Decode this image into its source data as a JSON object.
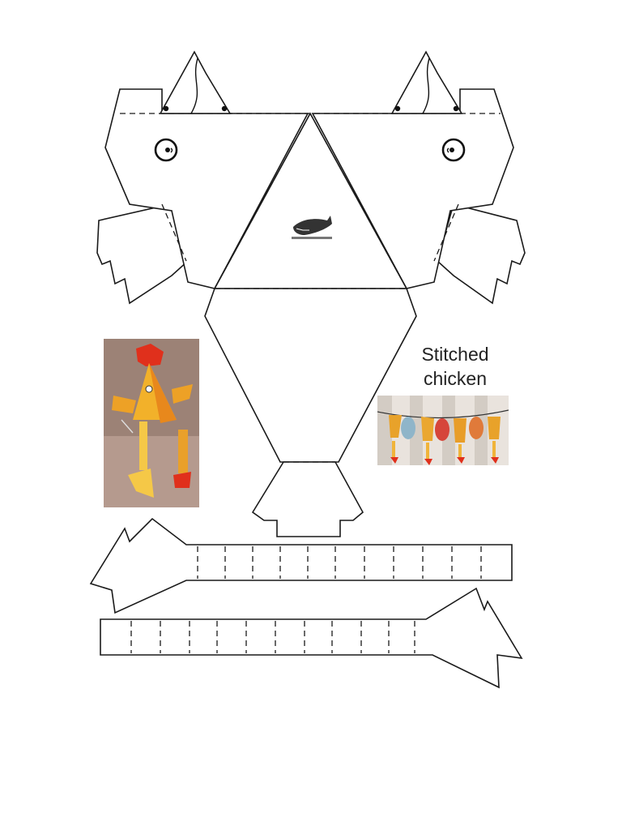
{
  "caption": {
    "line1": "Stitched",
    "line2": "chicken"
  },
  "icons": {
    "watermark": "krokotak-crocodile-logo",
    "eye": "eye-icon",
    "comb": "comb-flap"
  },
  "colors": {
    "line": "#1a1a1a",
    "paper": "#ffffff",
    "chicken_yellow": "#f2b12a",
    "chicken_orange": "#e8881c",
    "comb_red": "#e0301c",
    "photo_bg_left": "#9c8276",
    "photo_bg_right": "#e9e3dd"
  }
}
